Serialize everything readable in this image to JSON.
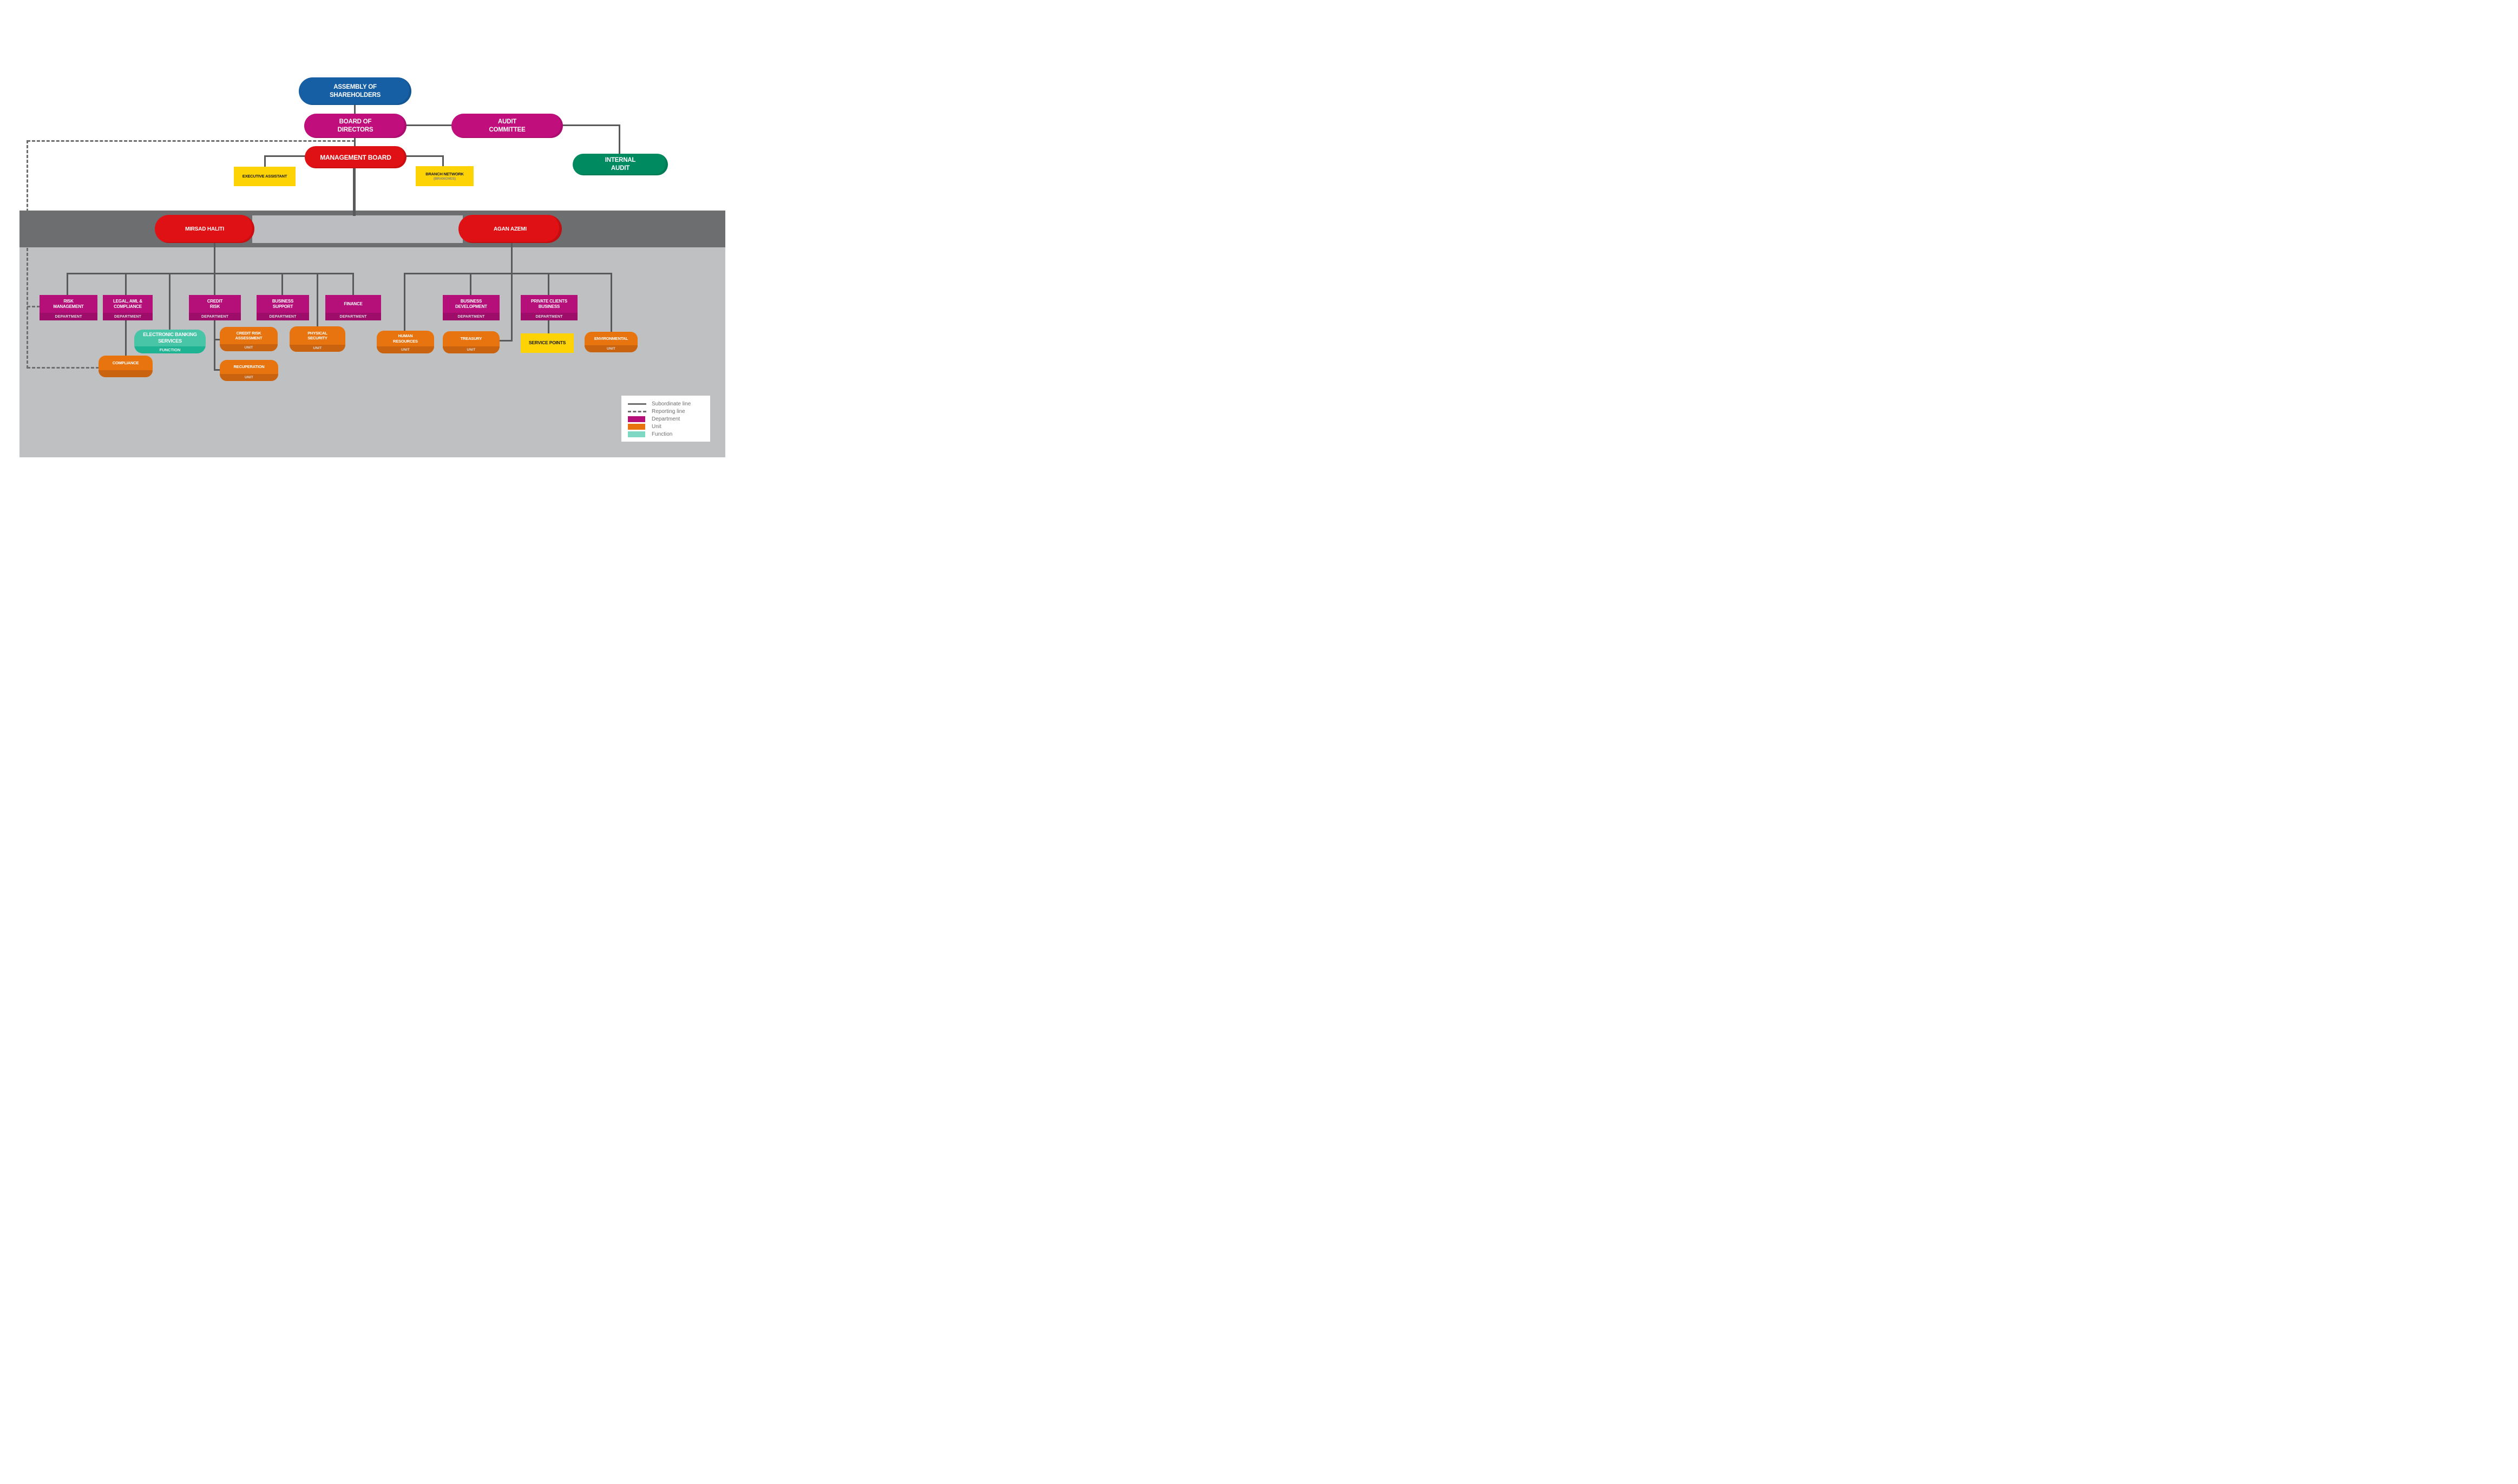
{
  "title": "Bank organizational chart",
  "colors": {
    "blue": "#175fa4",
    "magenta": "#c00e7d",
    "red": "#e01114",
    "green": "#008a5f",
    "yellow": "#fed305",
    "band": "#6d6e70",
    "inner": "#bcbdc0",
    "body": "#bec0c2",
    "line": "#58595b",
    "dash": "#6d6e70",
    "dept": "#b5107a",
    "dept_dark": "#9d0d69",
    "unit": "#e87410",
    "unit_dark": "#c96310",
    "func": "#48c4a7",
    "func_dark": "#1db393",
    "func_light": "#7fd8c3",
    "legend_text": "#6d6e70",
    "branches": "#808184"
  },
  "nodes": {
    "assembly": {
      "label": "ASSEMBLY OF\nSHAREHOLDERS"
    },
    "board": {
      "label": "BOARD OF\nDIRECTORS"
    },
    "audit_committee": {
      "label": "AUDIT\nCOMMITTEE"
    },
    "management_board": {
      "label": "MANAGEMENT BOARD"
    },
    "internal_audit": {
      "label": "INTERNAL\nAUDIT"
    },
    "executive_assistant": {
      "label": "EXECUTIVE ASSISTANT"
    },
    "branch_network": {
      "label": "BRANCH NETWORK",
      "sublabel": "(BRANCHES)"
    },
    "mirsad_haliti": {
      "label": "MIRSAD HALITI"
    },
    "agan_azemi": {
      "label": "AGAN AZEMI"
    },
    "risk_management": {
      "label": "RISK\nMANAGEMENT",
      "sublabel": "DEPARTMENT"
    },
    "legal_aml": {
      "label": "LEGAL, AML &\nCOMPLIANCE",
      "sublabel": "DEPARTMENT"
    },
    "credit_risk": {
      "label": "CREDIT\nRISK",
      "sublabel": "DEPARTMENT"
    },
    "business_support": {
      "label": "BUSINESS\nSUPPORT",
      "sublabel": "DEPARTMENT"
    },
    "finance": {
      "label": "FINANCE",
      "sublabel": "DEPARTMENT"
    },
    "business_development": {
      "label": "BUSINESS\nDEVELOPMENT",
      "sublabel": "DEPARTMENT"
    },
    "private_clients": {
      "label": "PRIVATE CLIENTS\nBUSINESS",
      "sublabel": "DEPARTMENT"
    },
    "electronic_banking": {
      "label": "ELECTRONIC BANKING\nSERVICES",
      "sublabel": "FUNCTION"
    },
    "compliance": {
      "label": "COMPLIANCE",
      "sublabel": ""
    },
    "credit_risk_assessment": {
      "label": "CREDIT RISK\nASSESSMENT",
      "sublabel": "UNIT"
    },
    "recuperation": {
      "label": "RECUPERATION",
      "sublabel": "UNIT"
    },
    "physical_security": {
      "label": "PHYSICAL\nSECURITY",
      "sublabel": "UNIT"
    },
    "human_resources": {
      "label": "HUMAN\nRESOURCES",
      "sublabel": "UNIT"
    },
    "treasury": {
      "label": "TREASURY",
      "sublabel": "UNIT"
    },
    "environmental": {
      "label": "ENVIRONMENTAL",
      "sublabel": "UNIT"
    },
    "service_points": {
      "label": "SERVICE POINTS"
    }
  },
  "legend": {
    "items": [
      {
        "key": "subordinate-line",
        "label": "Subordinate line"
      },
      {
        "key": "reporting-line",
        "label": "Reporting line"
      },
      {
        "key": "department",
        "label": "Department"
      },
      {
        "key": "unit",
        "label": "Unit"
      },
      {
        "key": "function",
        "label": "Function"
      }
    ]
  }
}
